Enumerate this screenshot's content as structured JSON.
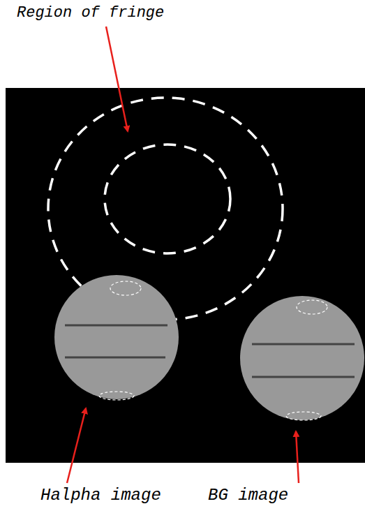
{
  "diagram": {
    "labels": [
      "Region of fringe",
      "Halpha image",
      "BG image"
    ]
  }
}
